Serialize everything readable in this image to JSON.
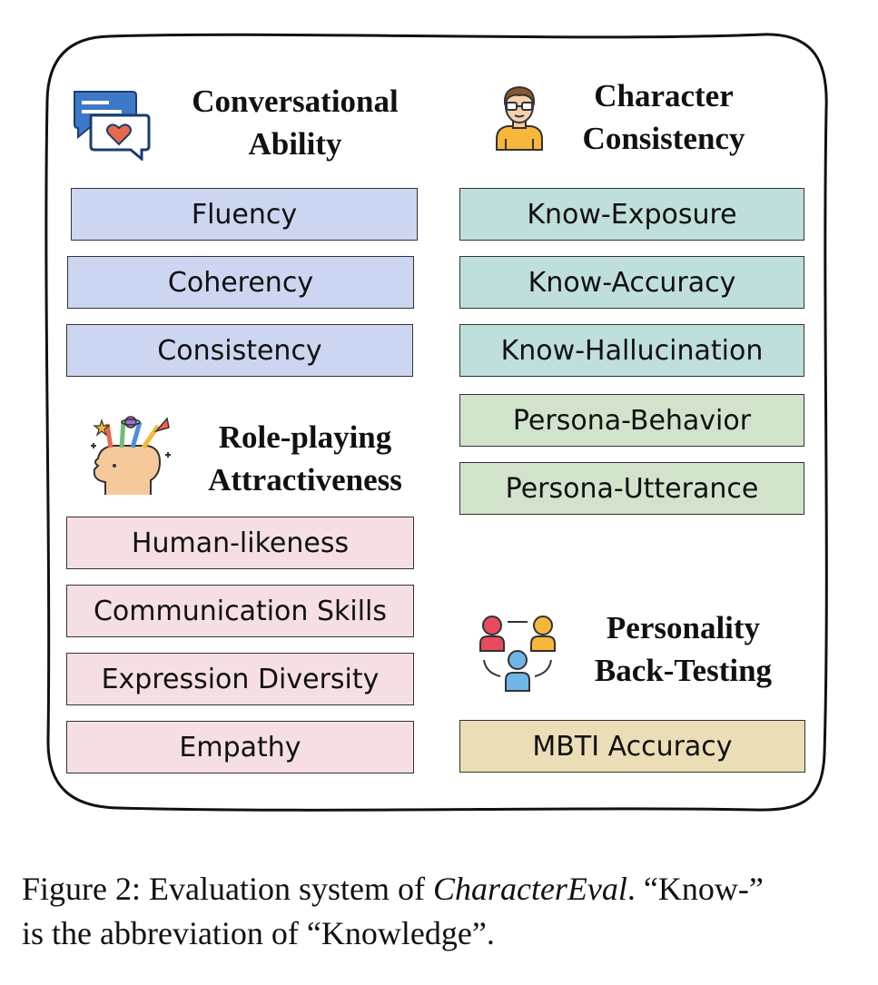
{
  "sections": {
    "conversational": {
      "title_line1": "Conversational",
      "title_line2": "Ability",
      "icon": "chat-heart-icon",
      "items": [
        "Fluency",
        "Coherency",
        "Consistency"
      ]
    },
    "character": {
      "title_line1": "Character",
      "title_line2": "Consistency",
      "icon": "person-glasses-icon",
      "items": [
        "Know-Exposure",
        "Know-Accuracy",
        "Know-Hallucination",
        "Persona-Behavior",
        "Persona-Utterance"
      ]
    },
    "roleplay": {
      "title_line1": "Role-playing",
      "title_line2": "Attractiveness",
      "icon": "creative-head-icon",
      "items": [
        "Human-likeness",
        "Communication Skills",
        "Expression Diversity",
        "Empathy"
      ]
    },
    "personality": {
      "title_line1": "Personality",
      "title_line2": "Back-Testing",
      "icon": "group-people-icon",
      "items": [
        "MBTI Accuracy"
      ]
    }
  },
  "colors": {
    "conversational": "#ccd6f0",
    "knowledge": "#bfdfdc",
    "persona": "#d2e3cc",
    "roleplay": "#f6dfe3",
    "personality": "#ebddb5"
  },
  "caption": {
    "prefix": "Figure 2: Evaluation system of ",
    "italic": "CharacterEval",
    "suffix": ". “Know-”",
    "line2": "is the abbreviation of “Knowledge”."
  }
}
